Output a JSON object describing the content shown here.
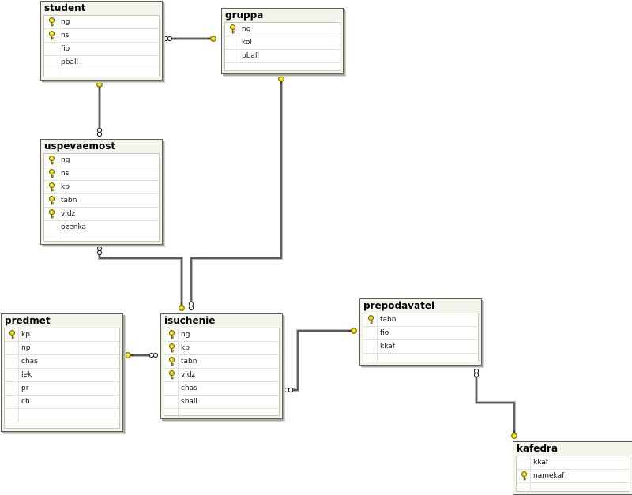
{
  "tables": [
    {
      "id": "student",
      "title": "student",
      "columns": [
        {
          "name": "ng",
          "key": true
        },
        {
          "name": "ns",
          "key": true
        },
        {
          "name": "fio",
          "key": false
        },
        {
          "name": "pball",
          "key": false
        }
      ]
    },
    {
      "id": "gruppa",
      "title": "gruppa",
      "columns": [
        {
          "name": "ng",
          "key": true
        },
        {
          "name": "kol",
          "key": false
        },
        {
          "name": "pball",
          "key": false
        }
      ]
    },
    {
      "id": "uspevaemost",
      "title": "uspevaemost",
      "columns": [
        {
          "name": "ng",
          "key": true
        },
        {
          "name": "ns",
          "key": true
        },
        {
          "name": "kp",
          "key": true
        },
        {
          "name": "tabn",
          "key": true
        },
        {
          "name": "vidz",
          "key": true
        },
        {
          "name": "ozenka",
          "key": false
        }
      ]
    },
    {
      "id": "predmet",
      "title": "predmet",
      "columns": [
        {
          "name": "kp",
          "key": true
        },
        {
          "name": "np",
          "key": false
        },
        {
          "name": "chas",
          "key": false
        },
        {
          "name": "lek",
          "key": false
        },
        {
          "name": "pr",
          "key": false
        },
        {
          "name": "ch",
          "key": false
        }
      ]
    },
    {
      "id": "isuchenie",
      "title": "isuchenie",
      "columns": [
        {
          "name": "ng",
          "key": true
        },
        {
          "name": "kp",
          "key": true
        },
        {
          "name": "tabn",
          "key": true
        },
        {
          "name": "vidz",
          "key": true
        },
        {
          "name": "chas",
          "key": false
        },
        {
          "name": "sball",
          "key": false
        }
      ]
    },
    {
      "id": "prepodavatel",
      "title": "prepodavatel",
      "columns": [
        {
          "name": "tabn",
          "key": true
        },
        {
          "name": "fio",
          "key": false
        },
        {
          "name": "kkaf",
          "key": false
        }
      ]
    },
    {
      "id": "kafedra",
      "title": "kafedra",
      "columns": [
        {
          "name": "kkaf",
          "key": false
        },
        {
          "name": "namekaf",
          "key": true
        }
      ]
    }
  ],
  "relationships": [
    {
      "name": "student-gruppa",
      "one": "gruppa",
      "many": "student"
    },
    {
      "name": "student-uspevaemost",
      "one": "student",
      "many": "uspevaemost"
    },
    {
      "name": "gruppa-isuchenie",
      "one": "gruppa",
      "many": "isuchenie"
    },
    {
      "name": "uspevaemost-isuchenie",
      "one": "isuchenie",
      "many": "uspevaemost"
    },
    {
      "name": "predmet-isuchenie",
      "one": "predmet",
      "many": "isuchenie"
    },
    {
      "name": "prepodavatel-isuchenie",
      "one": "prepodavatel",
      "many": "isuchenie"
    },
    {
      "name": "kafedra-prepodavatel",
      "one": "kafedra",
      "many": "prepodavatel"
    }
  ],
  "colors": {
    "key": "#e8d400",
    "key_outline": "#6b6200",
    "line_dark": "#3c3c3c",
    "line_light": "#b8b8b0"
  }
}
